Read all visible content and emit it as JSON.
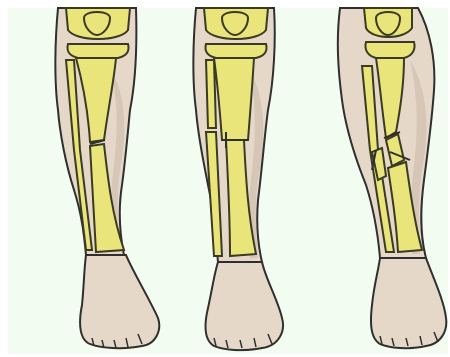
{
  "illustration": {
    "legs": [
      {
        "fracture": "transverse"
      },
      {
        "fracture": "step-offset"
      },
      {
        "fracture": "comminuted-oblique"
      }
    ]
  },
  "colors": {
    "background": "#f3fcf1",
    "skin": "#e6d8c8",
    "skin_shadow": "#c9b8a6",
    "bone": "#e9e57a",
    "bone_edge": "#3b3a23",
    "outline": "#2f2f2f"
  }
}
